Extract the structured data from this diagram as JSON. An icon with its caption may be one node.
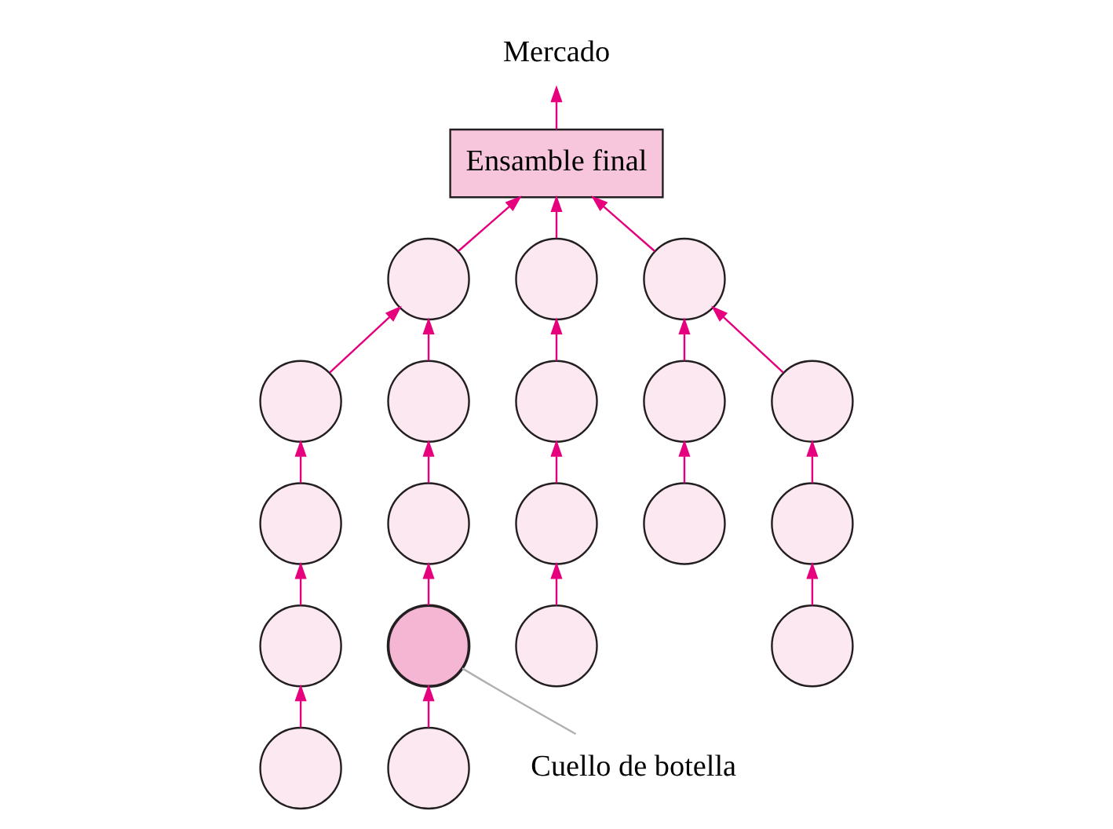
{
  "diagram": {
    "nodes": [
      {
        "text": [
          "Mercado"
        ]
      },
      {
        "text": [
          "Ensamble final"
        ]
      },
      {
        "text": [],
        "shape": "circle"
      },
      {
        "text": [],
        "shape": "circle"
      },
      {
        "text": [],
        "shape": "circle"
      },
      {
        "text": [],
        "shape": "circle"
      },
      {
        "text": [],
        "shape": "circle"
      },
      {
        "text": [],
        "shape": "circle"
      },
      {
        "text": [],
        "shape": "circle"
      },
      {
        "text": [],
        "shape": "circle"
      },
      {
        "text": [],
        "shape": "circle"
      },
      {
        "text": [],
        "shape": "circle"
      },
      {
        "text": [],
        "shape": "circle"
      },
      {
        "text": [],
        "shape": "circle"
      },
      {
        "text": [],
        "shape": "circle"
      },
      {
        "text": [],
        "shape": "circle"
      },
      {
        "text": [],
        "shape": "circle"
      },
      {
        "text": [],
        "shape": "circle"
      },
      {
        "text": [],
        "shape": "circle"
      },
      {
        "text": [],
        "shape": "circle"
      },
      {
        "text": [],
        "shape": "circle"
      },
      {
        "text": [
          "Cuello de botella"
        ]
      }
    ],
    "edges": [
      {
        "from": 19,
        "to": 15,
        "arrow": "to"
      },
      {
        "from": 15,
        "to": 10,
        "arrow": "to"
      },
      {
        "from": 10,
        "to": 5,
        "arrow": "to"
      },
      {
        "from": 5,
        "to": 2,
        "arrow": "to"
      },
      {
        "from": 20,
        "to": 16,
        "arrow": "to"
      },
      {
        "from": 16,
        "to": 11,
        "arrow": "to"
      },
      {
        "from": 11,
        "to": 6,
        "arrow": "to"
      },
      {
        "from": 6,
        "to": 2,
        "arrow": "to"
      },
      {
        "from": 2,
        "to": 1,
        "arrow": "to"
      },
      {
        "from": 17,
        "to": 12,
        "arrow": "to"
      },
      {
        "from": 12,
        "to": 7,
        "arrow": "to"
      },
      {
        "from": 7,
        "to": 3,
        "arrow": "to"
      },
      {
        "from": 3,
        "to": 1,
        "arrow": "to"
      },
      {
        "from": 13,
        "to": 8,
        "arrow": "to"
      },
      {
        "from": 8,
        "to": 4,
        "arrow": "to"
      },
      {
        "from": 18,
        "to": 14,
        "arrow": "to"
      },
      {
        "from": 14,
        "to": 9,
        "arrow": "to"
      },
      {
        "from": 9,
        "to": 4,
        "arrow": "to"
      },
      {
        "from": 4,
        "to": 1,
        "arrow": "to"
      },
      {
        "from": 1,
        "to": 0,
        "arrow": "to"
      },
      {
        "from": 21,
        "to": 16,
        "arrow": "none",
        "color": "#b0b0b0"
      }
    ]
  }
}
